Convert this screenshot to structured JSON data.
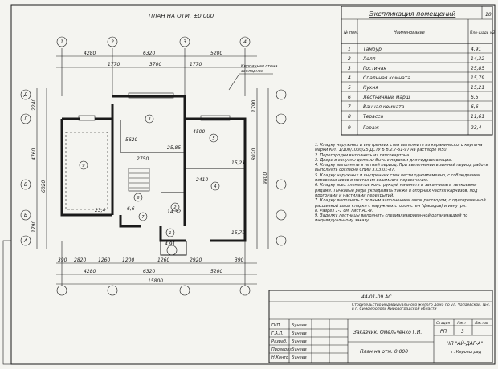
{
  "plan_title": "ПЛАН НА ОТМ. ±0.000",
  "sheet_number": "10",
  "explication": {
    "title": "Экспликация помещений",
    "headers": [
      "№ пом.",
      "Наименование",
      "Пло-щадь м2"
    ],
    "rows": [
      {
        "no": "1",
        "name": "Тамбур",
        "area": "4,91"
      },
      {
        "no": "2",
        "name": "Холл",
        "area": "14,32"
      },
      {
        "no": "3",
        "name": "Гостиная",
        "area": "25,85"
      },
      {
        "no": "4",
        "name": "Спальная комната",
        "area": "15,79"
      },
      {
        "no": "5",
        "name": "Кухня",
        "area": "15,21"
      },
      {
        "no": "6",
        "name": "Лестничный марш",
        "area": "6,5"
      },
      {
        "no": "7",
        "name": "Ванная комната",
        "area": "6,6"
      },
      {
        "no": "8",
        "name": "Терасса",
        "area": "11,61"
      },
      {
        "no": "9",
        "name": "Гараж",
        "area": "23,4"
      }
    ]
  },
  "notes": [
    "1. Кладку наружных и внутренних стен выполнить из керамического кирпича марки КРП 1/100/1000/25 ДСТУ Б В.2.7-61-97 на растворе М50.",
    "2. Перегородки выполнить из гипсокартона.",
    "3. Двери в санузлы должны быть с порогом для гидроизоляции.",
    "4. Кладку выполнять в летний период. При выполнении в зимний период работы выполнять согласно СНиП 3.03.01-87.",
    "5. Кладку наружных и внутренних стен вести одновременно, с соблюдением перевязки швов в местах их взаимного пересечения.",
    "6. Кладку всех элементов конструкций начинать и заканчивать тычковыми рядами. Тычковые ряды укладывать также в опорных частях карнизов, под прогонами и настилами перекрытий.",
    "7. Кладку выполнять с полным заполнением швов раствором, с одновременной расшивкой швов кладки с наружных сторон стен (фасадов) и изнутри.",
    "8. Разрез 1-1 см. лист АС-9.",
    "9. Заделку лестницы выполнять специализированной организацией по индивидуальному заказу."
  ],
  "stamp": {
    "code": "44-01-09 АС",
    "project": "Строительство индивидуального жилого дома по ул. Чапаевской, №4, в г. Симферополь Кировоградской области",
    "customer": "Заказчик: Омельченко Г.И.",
    "sheet_name": "План на отм. 0.000",
    "stage_header": "Стадия",
    "sheet_header": "Лист",
    "sheets_header": "Листов",
    "stage": "РП",
    "sheet": "3",
    "org": "ЧП \"АЙ-ДАГ-А\"",
    "city": "г. Кировоград",
    "roles": [
      "ГИП",
      "Г.А.П.",
      "Разраб.",
      "Проверил",
      "Н.Контр."
    ],
    "names": [
      "Бунеев",
      "Бунеев",
      "Бунеев",
      "Бунеев",
      "Бунеев"
    ]
  },
  "dims_top": [
    "4280",
    "6320",
    "5200"
  ],
  "dims_bottom": [
    "4280",
    "6320",
    "5200"
  ],
  "dims_total": "15800",
  "dims_left": [
    "2240",
    "4760",
    "6020"
  ],
  "axes_x": [
    "1",
    "2",
    "3",
    "4"
  ],
  "axes_y": [
    "А",
    "Б",
    "В",
    "Г",
    "Д"
  ],
  "callout": [
    "Кирпичная стена",
    "закладная"
  ],
  "room_areas": [
    "23,4",
    "25,85",
    "15,21",
    "14,32",
    "15,79",
    "4,91",
    "6,6"
  ]
}
